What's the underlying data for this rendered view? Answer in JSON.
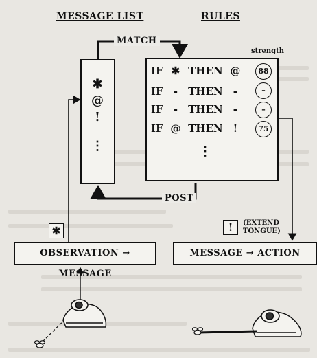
{
  "headers": {
    "message_list": "MESSAGE LIST",
    "rules": "RULES"
  },
  "wire_labels": {
    "match": "MATCH",
    "post": "POST",
    "strength": "strength"
  },
  "message_list": {
    "items": [
      "✱",
      "@",
      "!",
      "⋮"
    ]
  },
  "rules": [
    {
      "if": "IF",
      "cond": "✱",
      "then": "THEN",
      "act": "@",
      "strength": "88"
    },
    {
      "if": "IF",
      "cond": "-",
      "then": "THEN",
      "act": "-",
      "strength": "–"
    },
    {
      "if": "IF",
      "cond": "-",
      "then": "THEN",
      "act": "-",
      "strength": "–"
    },
    {
      "if": "IF",
      "cond": "@",
      "then": "THEN",
      "act": "!",
      "strength": "75"
    }
  ],
  "rules_ellipsis": "⋮",
  "tokens": {
    "input": "✱",
    "output": "!"
  },
  "output_note": {
    "line1": "(EXTEND",
    "line2": "TONGUE)"
  },
  "processes": {
    "input": "OBSERVATION → MESSAGE",
    "output": "MESSAGE → ACTION"
  },
  "icons": {
    "frog_left": "frog-icon",
    "frog_right": "frog-icon",
    "fly_left": "fly-icon",
    "fly_right": "fly-icon"
  }
}
